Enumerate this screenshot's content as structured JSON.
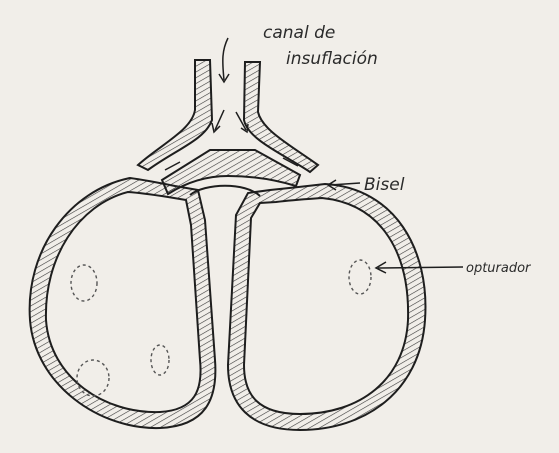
{
  "labels": {
    "canal_line1": "canal de",
    "canal_line2": "insuflación",
    "bisel": "Bisel",
    "obturador": "opturador"
  },
  "colors": {
    "background": "#f1eee9",
    "ink": "#1e1e1e",
    "hatch": "#3a3a3a"
  }
}
